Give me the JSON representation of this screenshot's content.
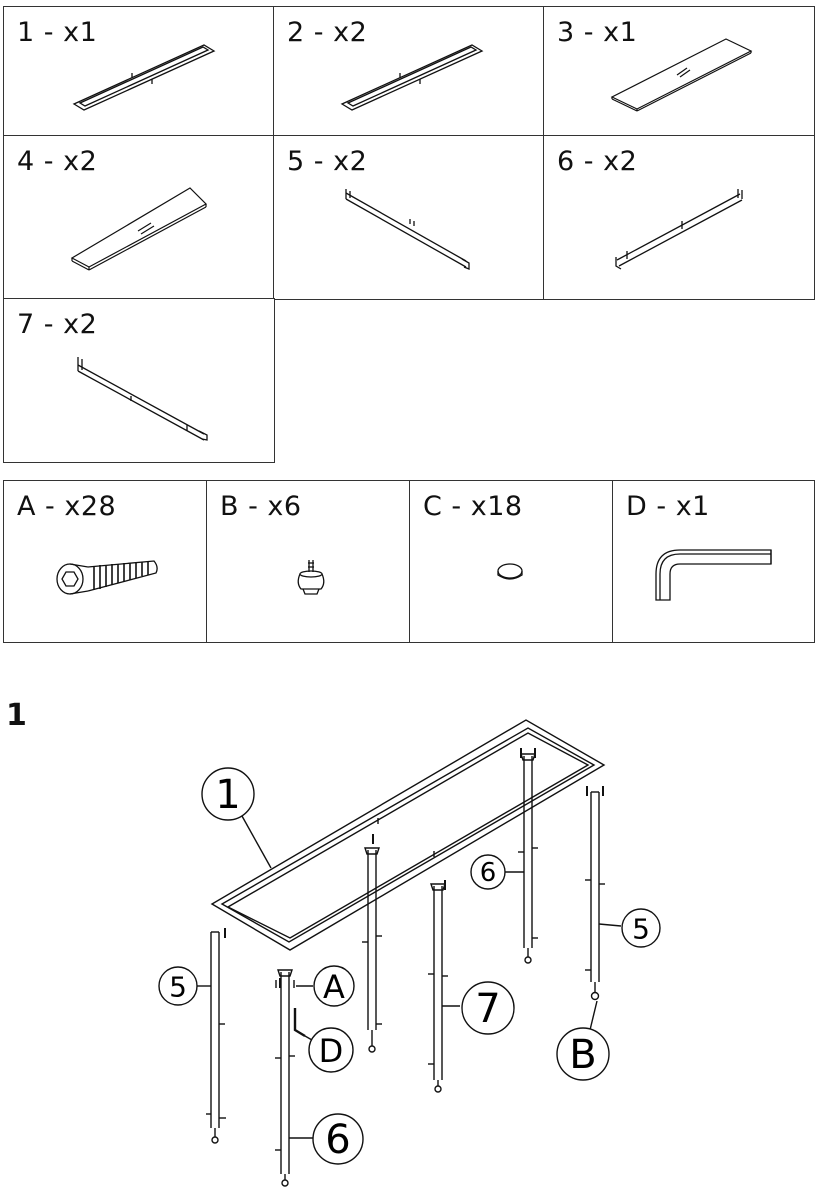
{
  "parts": [
    {
      "label": "1 - x1",
      "icon": "frame-icon"
    },
    {
      "label": "2 - x2",
      "icon": "frame-icon"
    },
    {
      "label": "3 - x1",
      "icon": "glass-panel-icon"
    },
    {
      "label": "4 - x2",
      "icon": "glass-panel-icon"
    },
    {
      "label": "5 - x2",
      "icon": "rail-icon"
    },
    {
      "label": "6 - x2",
      "icon": "rail-icon"
    },
    {
      "label": "7 - x2",
      "icon": "rail-icon"
    }
  ],
  "hardware": [
    {
      "label": "A - x28",
      "icon": "screw-icon"
    },
    {
      "label": "B - x6",
      "icon": "foot-icon"
    },
    {
      "label": "C - x18",
      "icon": "pad-icon"
    },
    {
      "label": "D - x1",
      "icon": "allen-key-icon"
    }
  ],
  "step": {
    "number": "1",
    "callouts": {
      "c1": "1",
      "c5_left": "5",
      "cA": "A",
      "cD": "D",
      "c6_bottom": "6",
      "c6_mid": "6",
      "c7": "7",
      "c5_right": "5",
      "cB": "B"
    }
  }
}
